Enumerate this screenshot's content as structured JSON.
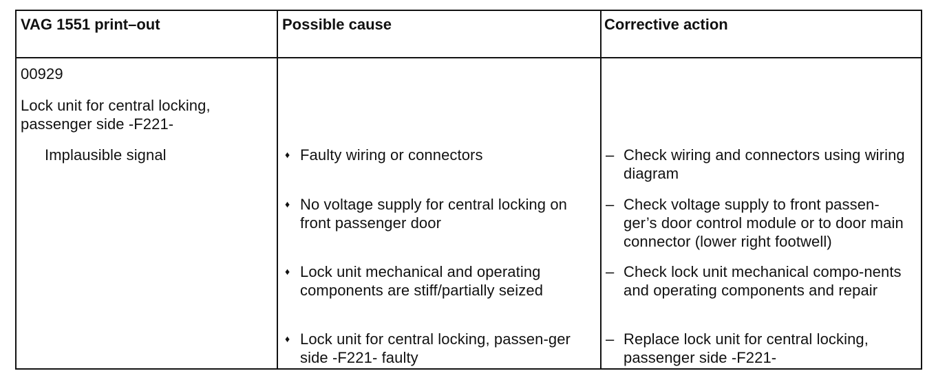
{
  "table": {
    "headers": {
      "printout": "VAG 1551 print–out",
      "cause": "Possible cause",
      "action": "Corrective action"
    },
    "fault_code": "00929",
    "component": "Lock unit for central locking, passenger side -F221-",
    "fault_type": "Implausible signal",
    "bullet_symbol": "♦",
    "dash_symbol": "–",
    "rows": [
      {
        "cause": "Faulty wiring or connectors",
        "action": "Check wiring and connectors using wiring diagram"
      },
      {
        "cause": "No voltage supply for central locking on front passenger door",
        "action": "Check voltage supply to front passen-ger’s door control module or to door main connector (lower right footwell)"
      },
      {
        "cause": "Lock unit mechanical and operating components are stiff/partially seized",
        "action": "Check lock unit mechanical compo-nents and operating components and repair"
      },
      {
        "cause": "Lock unit for central locking, passen-ger side -F221- faulty",
        "action": "Replace lock unit for central locking, passenger side -F221-"
      }
    ]
  }
}
